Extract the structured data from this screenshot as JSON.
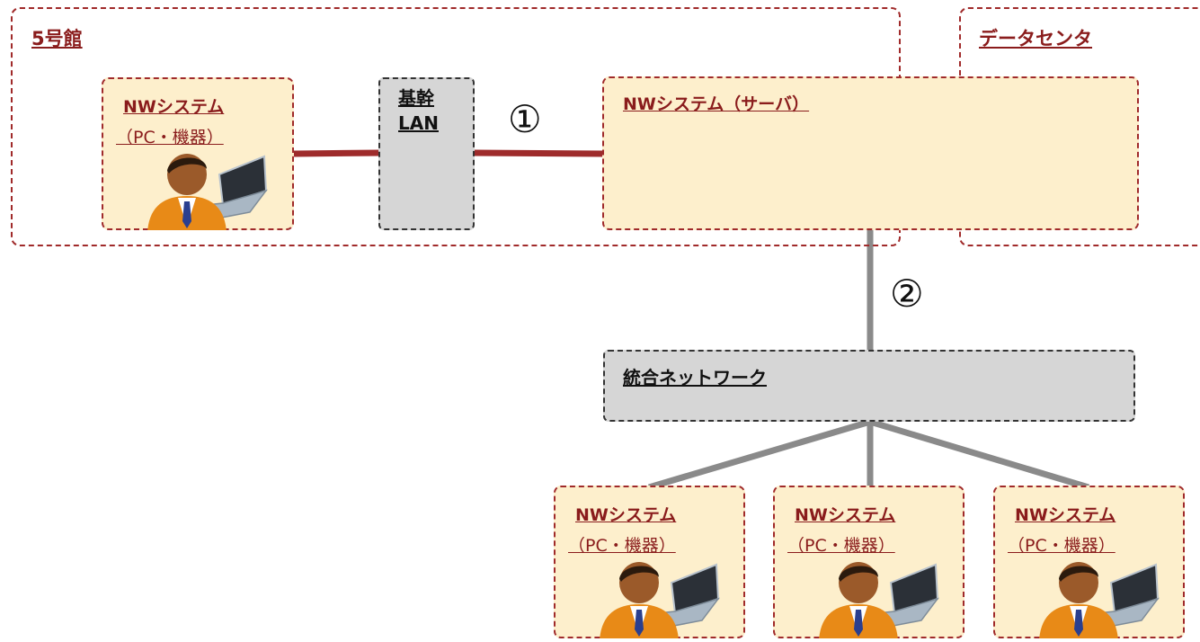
{
  "regions": {
    "building5": "5号館",
    "datacenter": "データセンタ"
  },
  "nodes": {
    "client_top": {
      "title": "NWシステム",
      "subtitle": "（PC・機器）"
    },
    "backbone": {
      "line1": "基幹",
      "line2": "LAN"
    },
    "server": {
      "title": "NWシステム（サーバ）"
    },
    "integrated_network": {
      "title": "統合ネットワーク"
    },
    "clients_bottom": [
      {
        "title": "NWシステム",
        "subtitle": "（PC・機器）"
      },
      {
        "title": "NWシステム",
        "subtitle": "（PC・機器）"
      },
      {
        "title": "NWシステム",
        "subtitle": "（PC・機器）"
      }
    ]
  },
  "markers": {
    "link1": "①",
    "link2": "②"
  },
  "colors": {
    "region_border": "#a02a2a",
    "node_fill": "#fdefcc",
    "node_text": "#8a1c1c",
    "red_link": "#9e2b2b",
    "gray_link": "#8a8a8a",
    "gray_box_fill": "#d6d6d6"
  },
  "icons": {
    "person": "user-person-icon",
    "laptop": "laptop-icon"
  }
}
